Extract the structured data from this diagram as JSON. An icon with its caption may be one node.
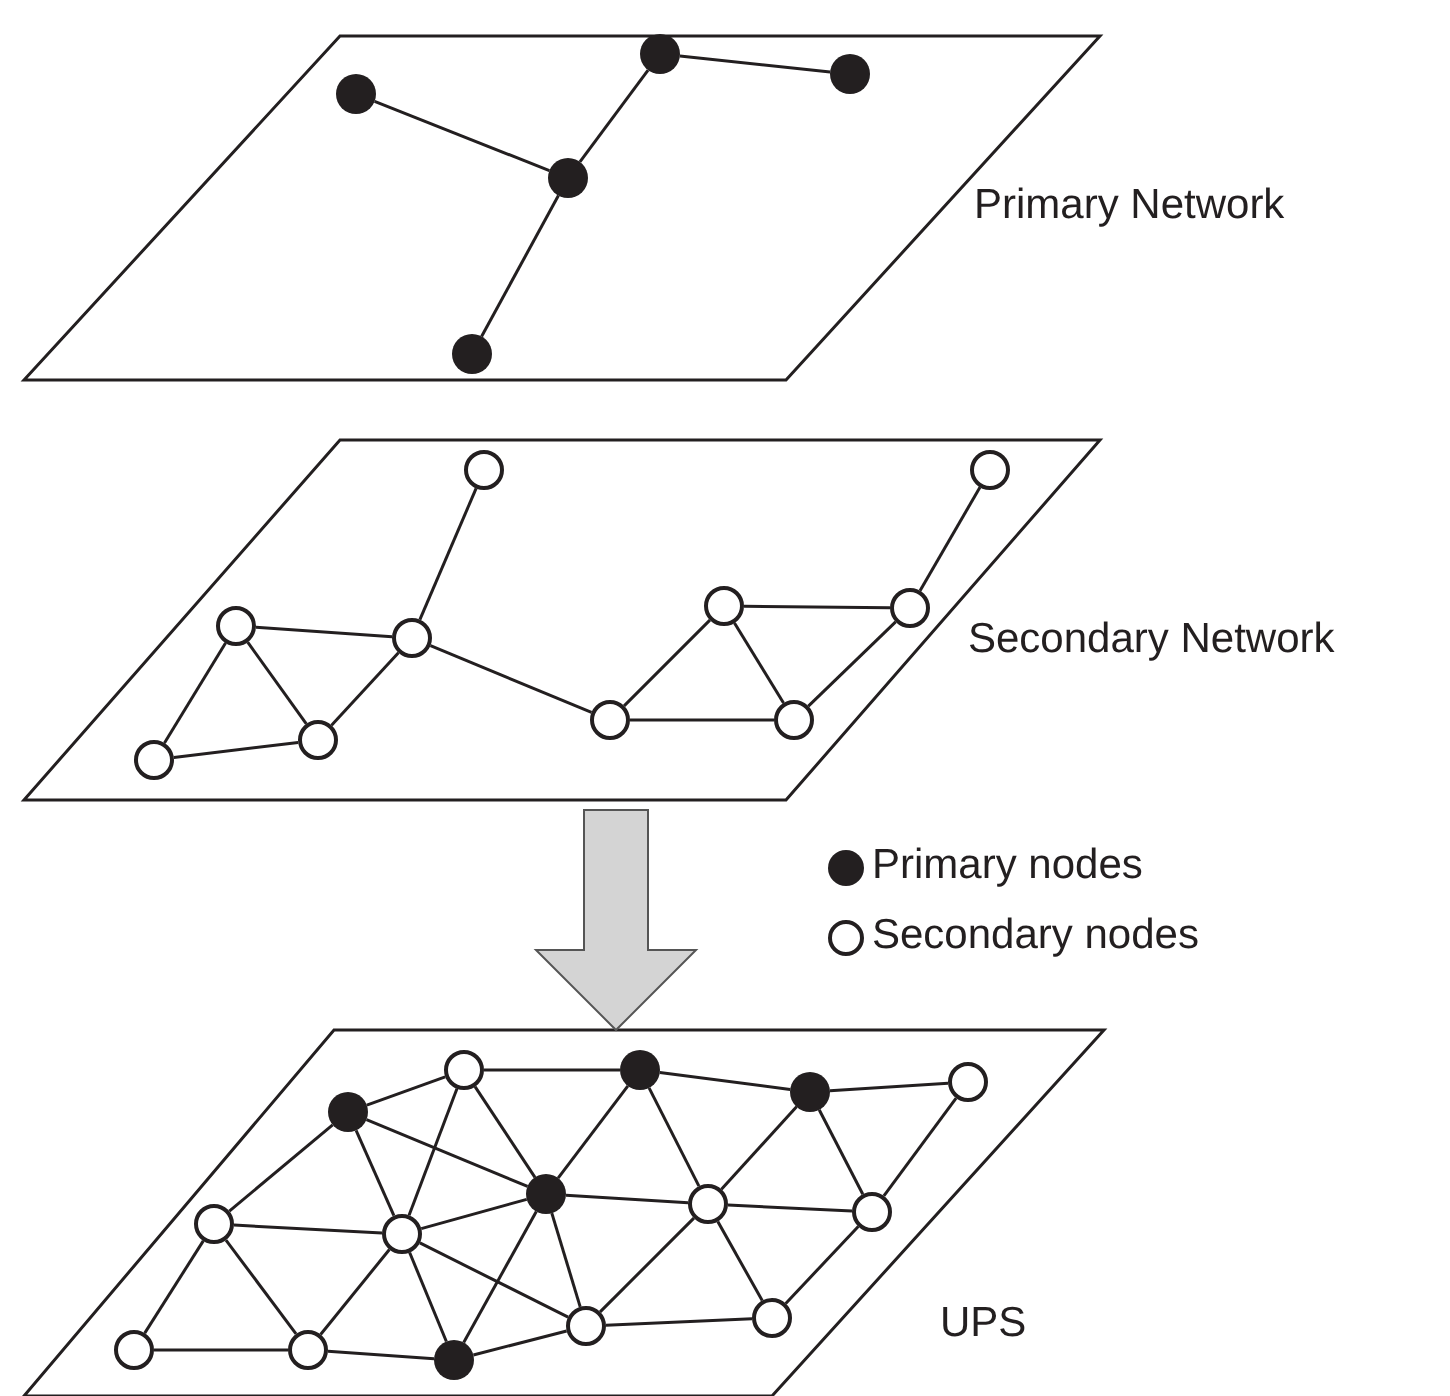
{
  "diagram": {
    "nodes": [
      {
        "text": [
          "Primary Network"
        ]
      },
      {
        "text": [],
        "shape": "circle",
        "in": 0
      },
      {
        "text": [],
        "shape": "circle",
        "in": 0
      },
      {
        "text": [],
        "shape": "circle",
        "in": 0
      },
      {
        "text": [],
        "shape": "circle",
        "in": 0
      },
      {
        "text": [],
        "shape": "circle",
        "in": 0
      },
      {
        "text": [
          "Secondary Network"
        ]
      },
      {
        "text": [],
        "shape": "circle",
        "in": 6
      },
      {
        "text": [],
        "shape": "circle",
        "in": 6
      },
      {
        "text": [],
        "shape": "circle",
        "in": 6
      },
      {
        "text": [],
        "shape": "circle",
        "in": 6
      },
      {
        "text": [],
        "shape": "circle",
        "in": 6
      },
      {
        "text": [],
        "shape": "circle",
        "in": 6
      },
      {
        "text": [],
        "shape": "circle",
        "in": 6
      },
      {
        "text": [],
        "shape": "circle",
        "in": 6
      },
      {
        "text": [],
        "shape": "circle",
        "in": 6
      },
      {
        "text": [],
        "shape": "circle",
        "in": 6
      },
      {
        "text": [
          "UPS"
        ]
      },
      {
        "text": [],
        "shape": "circle",
        "in": 17
      },
      {
        "text": [],
        "shape": "circle",
        "in": 17
      },
      {
        "text": [],
        "shape": "circle",
        "in": 17
      },
      {
        "text": [],
        "shape": "circle",
        "in": 17
      },
      {
        "text": [],
        "shape": "circle",
        "in": 17
      },
      {
        "text": [],
        "shape": "circle",
        "in": 17
      },
      {
        "text": [],
        "shape": "circle",
        "in": 17
      },
      {
        "text": [],
        "shape": "circle",
        "in": 17
      },
      {
        "text": [],
        "shape": "circle",
        "in": 17
      },
      {
        "text": [],
        "shape": "circle",
        "in": 17
      },
      {
        "text": [],
        "shape": "circle",
        "in": 17
      },
      {
        "text": [],
        "shape": "circle",
        "in": 17
      },
      {
        "text": [],
        "shape": "circle",
        "in": 17
      },
      {
        "text": [],
        "shape": "circle",
        "in": 17
      },
      {
        "text": [],
        "shape": "circle",
        "in": 17
      }
    ],
    "edges": [
      {
        "from": 1,
        "to": 4,
        "arrow": "none"
      },
      {
        "from": 2,
        "to": 3,
        "arrow": "none"
      },
      {
        "from": 4,
        "to": 2,
        "arrow": "none"
      },
      {
        "from": 4,
        "to": 5,
        "arrow": "none"
      },
      {
        "from": 7,
        "to": 10,
        "arrow": "none"
      },
      {
        "from": 8,
        "to": 12,
        "arrow": "none"
      },
      {
        "from": 9,
        "to": 10,
        "arrow": "none"
      },
      {
        "from": 9,
        "to": 13,
        "arrow": "none"
      },
      {
        "from": 9,
        "to": 14,
        "arrow": "none"
      },
      {
        "from": 13,
        "to": 14,
        "arrow": "none"
      },
      {
        "from": 14,
        "to": 10,
        "arrow": "none"
      },
      {
        "from": 10,
        "to": 15,
        "arrow": "none"
      },
      {
        "from": 15,
        "to": 11,
        "arrow": "none"
      },
      {
        "from": 15,
        "to": 16,
        "arrow": "none"
      },
      {
        "from": 11,
        "to": 12,
        "arrow": "none"
      },
      {
        "from": 11,
        "to": 16,
        "arrow": "none"
      },
      {
        "from": 12,
        "to": 16,
        "arrow": "none"
      },
      {
        "from": 6,
        "to": 17,
        "arrow": "to",
        "style": "thick",
        "color": "#d4d4d4"
      },
      {
        "from": 19,
        "to": 20,
        "arrow": "none"
      },
      {
        "from": 19,
        "to": 18,
        "arrow": "none"
      },
      {
        "from": 19,
        "to": 24,
        "arrow": "none"
      },
      {
        "from": 19,
        "to": 25,
        "arrow": "none"
      },
      {
        "from": 20,
        "to": 21,
        "arrow": "none"
      },
      {
        "from": 20,
        "to": 25,
        "arrow": "none"
      },
      {
        "from": 20,
        "to": 26,
        "arrow": "none"
      },
      {
        "from": 21,
        "to": 22,
        "arrow": "none"
      },
      {
        "from": 21,
        "to": 26,
        "arrow": "none"
      },
      {
        "from": 21,
        "to": 27,
        "arrow": "none"
      },
      {
        "from": 22,
        "to": 27,
        "arrow": "none"
      },
      {
        "from": 18,
        "to": 23,
        "arrow": "none"
      },
      {
        "from": 18,
        "to": 24,
        "arrow": "none"
      },
      {
        "from": 18,
        "to": 25,
        "arrow": "none"
      },
      {
        "from": 23,
        "to": 24,
        "arrow": "none"
      },
      {
        "from": 23,
        "to": 28,
        "arrow": "none"
      },
      {
        "from": 23,
        "to": 29,
        "arrow": "none"
      },
      {
        "from": 24,
        "to": 25,
        "arrow": "none"
      },
      {
        "from": 24,
        "to": 29,
        "arrow": "none"
      },
      {
        "from": 24,
        "to": 30,
        "arrow": "none"
      },
      {
        "from": 24,
        "to": 31,
        "arrow": "none"
      },
      {
        "from": 25,
        "to": 26,
        "arrow": "none"
      },
      {
        "from": 25,
        "to": 30,
        "arrow": "none"
      },
      {
        "from": 25,
        "to": 31,
        "arrow": "none"
      },
      {
        "from": 26,
        "to": 27,
        "arrow": "none"
      },
      {
        "from": 26,
        "to": 31,
        "arrow": "none"
      },
      {
        "from": 26,
        "to": 32,
        "arrow": "none"
      },
      {
        "from": 27,
        "to": 32,
        "arrow": "none"
      },
      {
        "from": 28,
        "to": 29,
        "arrow": "none"
      },
      {
        "from": 29,
        "to": 30,
        "arrow": "none"
      },
      {
        "from": 30,
        "to": 31,
        "arrow": "none"
      },
      {
        "from": 31,
        "to": 32,
        "arrow": "none"
      }
    ],
    "legend": [
      {
        "text": "Primary nodes"
      },
      {
        "text": "Secondary nodes"
      }
    ]
  }
}
